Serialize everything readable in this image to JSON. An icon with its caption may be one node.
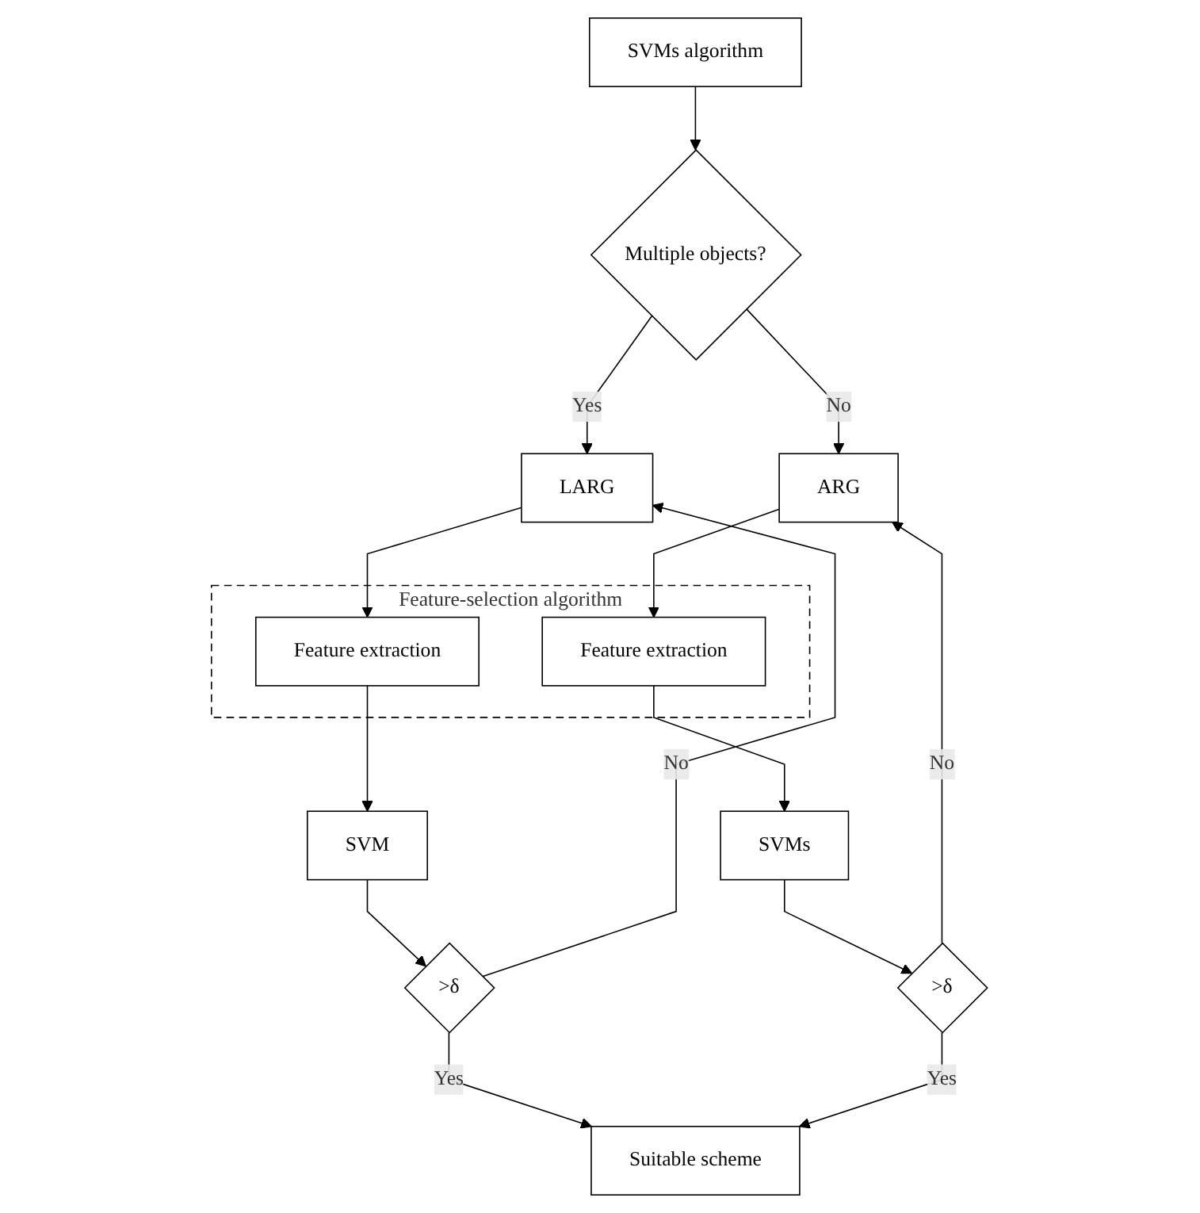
{
  "diagram": {
    "nodes": [
      {
        "text": [
          "SVMs algorithm"
        ]
      },
      {
        "text": [
          "Multiple objects?"
        ]
      },
      {
        "text": [
          "LARG"
        ]
      },
      {
        "text": [
          "ARG"
        ]
      },
      {
        "text": [
          "Feature-selection algorithm"
        ]
      },
      {
        "text": [
          "Feature extraction"
        ],
        "in": 4
      },
      {
        "text": [
          "Feature extraction"
        ],
        "in": 4
      },
      {
        "text": [
          "SVM"
        ]
      },
      {
        "text": [
          "SVMs"
        ]
      },
      {
        "text": [
          ">δ"
        ]
      },
      {
        "text": [
          ">δ"
        ]
      },
      {
        "text": [
          "Suitable scheme"
        ]
      }
    ],
    "edges": [
      {
        "from": 0,
        "to": 1,
        "arrow": "to"
      },
      {
        "from": 1,
        "to": 2,
        "arrow": "to",
        "label": "Yes"
      },
      {
        "from": 1,
        "to": 3,
        "arrow": "to",
        "label": "No"
      },
      {
        "from": 2,
        "to": 5,
        "arrow": "to"
      },
      {
        "from": 3,
        "to": 6,
        "arrow": "to"
      },
      {
        "from": 5,
        "to": 7,
        "arrow": "to"
      },
      {
        "from": 6,
        "to": 8,
        "arrow": "to"
      },
      {
        "from": 7,
        "to": 9,
        "arrow": "to"
      },
      {
        "from": 8,
        "to": 10,
        "arrow": "to"
      },
      {
        "from": 9,
        "to": 2,
        "arrow": "to",
        "label": "No"
      },
      {
        "from": 10,
        "to": 3,
        "arrow": "to",
        "label": "No"
      },
      {
        "from": 9,
        "to": 11,
        "arrow": "to",
        "label": "Yes"
      },
      {
        "from": 10,
        "to": 11,
        "arrow": "to",
        "label": "Yes"
      }
    ]
  }
}
